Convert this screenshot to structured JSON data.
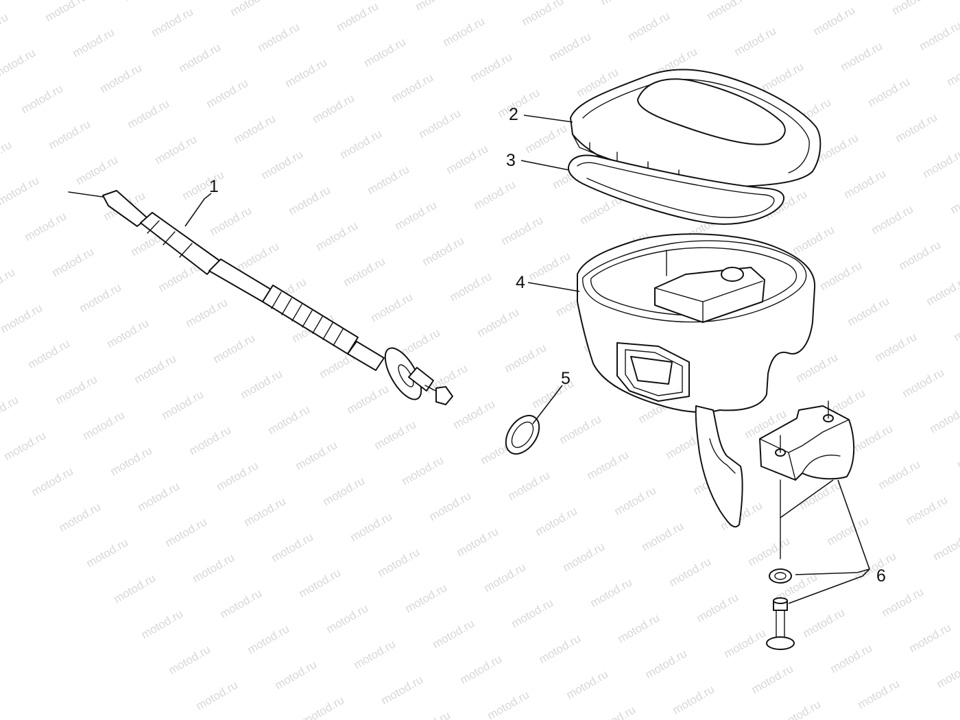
{
  "watermark": {
    "text": "motod.ru"
  },
  "callouts": [
    {
      "id": "1",
      "label": "1",
      "part": "throttle-cable"
    },
    {
      "id": "2",
      "label": "2",
      "part": "throttle-cover"
    },
    {
      "id": "3",
      "label": "3",
      "part": "cover-gasket"
    },
    {
      "id": "4",
      "label": "4",
      "part": "throttle-housing"
    },
    {
      "id": "5",
      "label": "5",
      "part": "seal-washer"
    },
    {
      "id": "6",
      "label": "6",
      "part": "clamp-hardware"
    }
  ],
  "colors": {
    "line": "#111111",
    "background": "#ffffff",
    "watermark": "#b8b8b8"
  }
}
